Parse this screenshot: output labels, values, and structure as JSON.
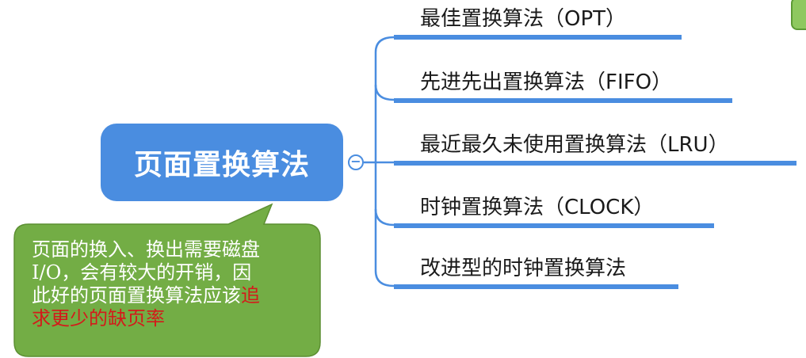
{
  "root": {
    "title": "页面置换算法",
    "collapse_symbol": "−"
  },
  "branches": [
    {
      "label": "最佳置换算法（OPT）"
    },
    {
      "label": "先进先出置换算法（FIFO）"
    },
    {
      "label": "最近最久未使用置换算法（LRU）"
    },
    {
      "label": "时钟置换算法（CLOCK）"
    },
    {
      "label": "改进型的时钟置换算法"
    }
  ],
  "callout": {
    "line1": "页面的换入、换出需要磁盘",
    "line2": "I/O，会有较大的开销，因",
    "line3_plain": "此好的页面置换算法应该",
    "line3_highlight": "追",
    "line4_highlight": "求更少的缺页率"
  },
  "colors": {
    "node_blue": "#4a8de0",
    "callout_green": "#73ad45",
    "callout_border": "#5c8f32",
    "highlight_red": "#d41a1a"
  }
}
